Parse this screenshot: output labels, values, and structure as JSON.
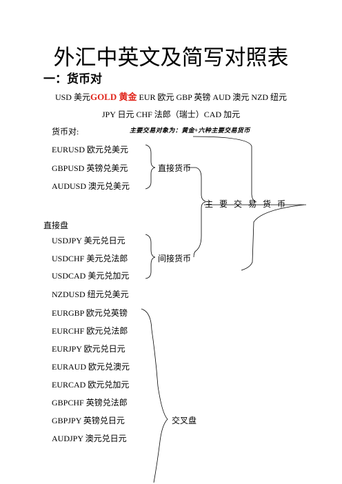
{
  "document": {
    "title": "外汇中英文及简写对照表",
    "section_heading": "一：货币对",
    "currency_line1": {
      "usd": "USD 美元",
      "gold": "GOLD 黄金",
      "rest": " EUR 欧元  GBP 英镑  AUD 澳元  NZD  纽元"
    },
    "currency_line2": "JPY 日元  CHF 法郎（瑞士）CAD 加元",
    "pairs_label": "货币对:",
    "note": "主要交易对象为：黄金+六种主要交易货币",
    "direct_pairs": [
      "EURUSD 欧元兑美元",
      "GBPUSD 英镑兑美元",
      "AUDUSD 澳元兑美元"
    ],
    "direct_quote_header": "直接盘",
    "indirect_pairs": [
      "USDJPY 美元兑日元",
      "USDCHF 美元兑法郎",
      "USDCAD 美元兑加元"
    ],
    "nzd_pair": "NZDUSD 纽元兑美元",
    "cross_pairs": [
      "EURGBP 欧元兑英镑",
      "EURCHF 欧元兑法郎",
      "EURJPY 欧元兑日元",
      "EURAUD 欧元兑澳元",
      "EURCAD 欧元兑加元",
      "GBPCHF 英镑兑法郎",
      "GBPJPY 英镑兑日元",
      "AUDJPY 澳元兑日元"
    ],
    "group_labels": {
      "direct": "直接货币",
      "indirect": "间接货币",
      "main": "主要交易货币",
      "cross": "交叉盘"
    }
  }
}
